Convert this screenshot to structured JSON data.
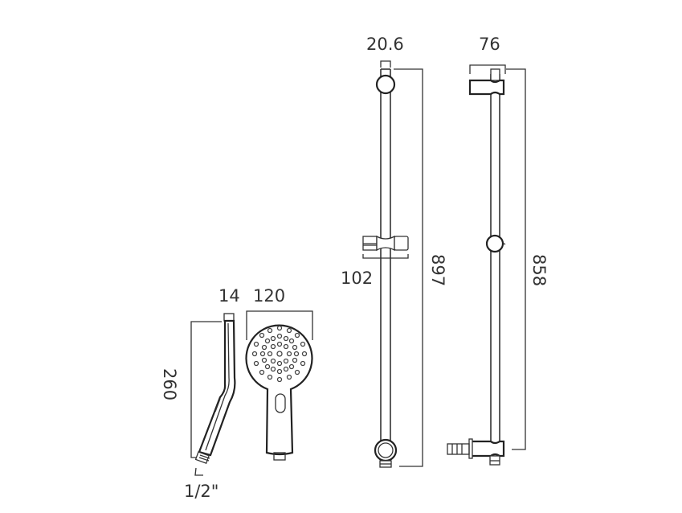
{
  "diagram": {
    "type": "technical dimension drawing",
    "subject": "shower riser rail kit with handset",
    "colors": {
      "line": "#333333",
      "background": "#ffffff"
    }
  },
  "handset_side": {
    "thickness_label": "14",
    "height_label": "260",
    "connection_label": "1/2\""
  },
  "handset_front": {
    "width_label": "120"
  },
  "rail_front": {
    "width_label": "20.6",
    "bracket_width_label": "102",
    "height_label": "897"
  },
  "rail_side": {
    "depth_label": "76",
    "height_label": "858"
  }
}
